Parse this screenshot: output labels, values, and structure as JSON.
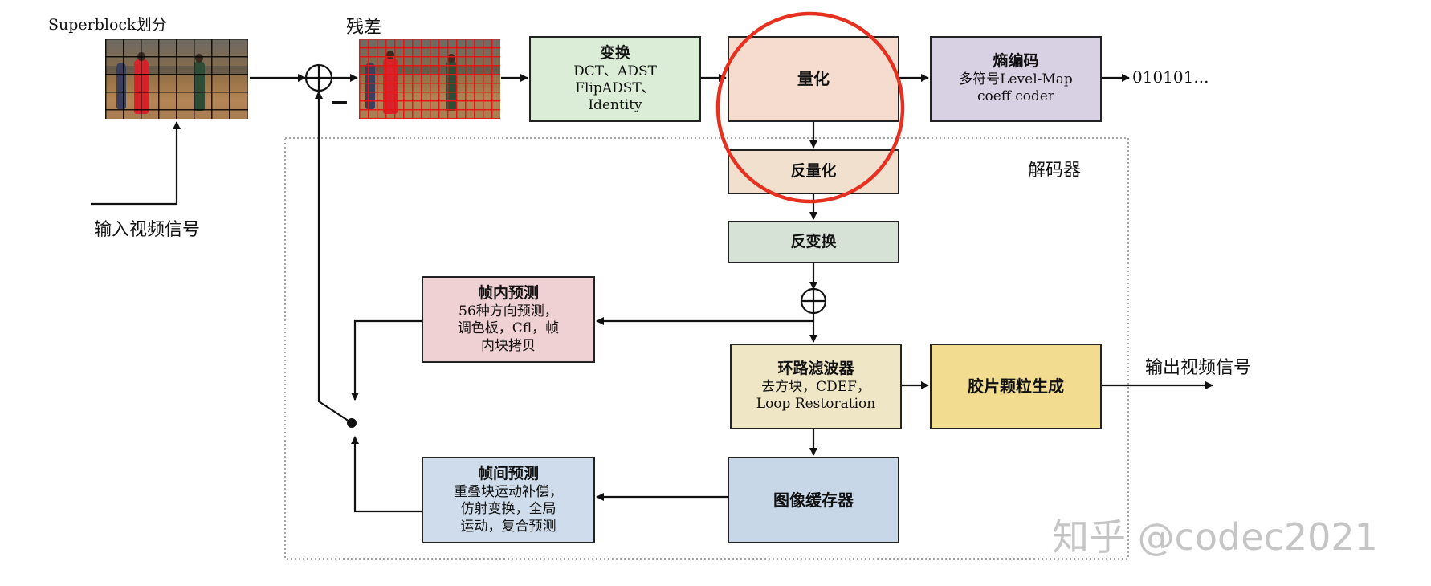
{
  "colors": {
    "transform": "#dcedd7",
    "quant": "#f6dccf",
    "entropy": "#d8d0e3",
    "invquant": "#f2e0cf",
    "invtransform": "#d7e2d7",
    "intra": "#f0d1d3",
    "loopfilter": "#efe6c6",
    "grain": "#f1dc8f",
    "inter": "#cfdceb",
    "buffer": "#c8d7e8",
    "highlight": "#e63020"
  },
  "labels": {
    "superblock": "Superblock划分",
    "residual": "残差",
    "input": "输入视频信号",
    "minus": "−",
    "bitstream": "010101...",
    "decoder": "解码器",
    "output": "输出视频信号",
    "watermark": "知乎 @codec2021"
  },
  "blocks": {
    "transform": {
      "title": "变换",
      "lines": [
        "DCT、ADST",
        "FlipADST、",
        "Identity"
      ]
    },
    "quant": {
      "title": "量化"
    },
    "entropy": {
      "title": "熵编码",
      "lines": [
        "多符号Level-Map",
        "coeff coder"
      ]
    },
    "invquant": {
      "title": "反量化"
    },
    "invtransform": {
      "title": "反变换"
    },
    "intra": {
      "title": "帧内预测",
      "lines": [
        "56种方向预测，",
        "调色板，Cfl，帧",
        "内块拷贝"
      ]
    },
    "loopfilter": {
      "title": "环路滤波器",
      "lines": [
        "去方块，CDEF，",
        "Loop Restoration"
      ]
    },
    "grain": {
      "title": "胶片颗粒生成"
    },
    "inter": {
      "title": "帧间预测",
      "lines": [
        "重叠块运动补偿，",
        "仿射变换，全局",
        "运动，复合预测"
      ]
    },
    "buffer": {
      "title": "图像缓存器"
    }
  }
}
